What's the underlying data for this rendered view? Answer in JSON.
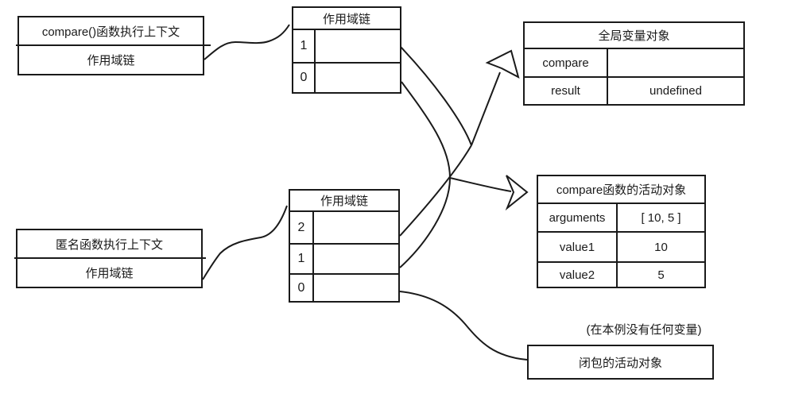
{
  "colors": {
    "line": "#1a1a1a",
    "background": "#ffffff"
  },
  "compare_context": {
    "title": "compare()函数执行上下文",
    "scope_chain_label": "作用域链"
  },
  "anonymous_context": {
    "title": "匿名函数执行上下文",
    "scope_chain_label": "作用域链"
  },
  "scope_chain_top": {
    "title": "作用域链",
    "indices": [
      "1",
      "0"
    ]
  },
  "scope_chain_bottom": {
    "title": "作用域链",
    "indices": [
      "2",
      "1",
      "0"
    ]
  },
  "global_object": {
    "title": "全局变量对象",
    "rows": [
      {
        "key": "compare",
        "value": ""
      },
      {
        "key": "result",
        "value": "undefined"
      }
    ]
  },
  "compare_activation_object": {
    "title": "compare函数的活动对象",
    "rows": [
      {
        "key": "arguments",
        "value": "[ 10, 5 ]"
      },
      {
        "key": "value1",
        "value": "10"
      },
      {
        "key": "value2",
        "value": "5"
      }
    ]
  },
  "closure_activation_object": {
    "note": "(在本例没有任何变量)",
    "title": "闭包的活动对象"
  }
}
